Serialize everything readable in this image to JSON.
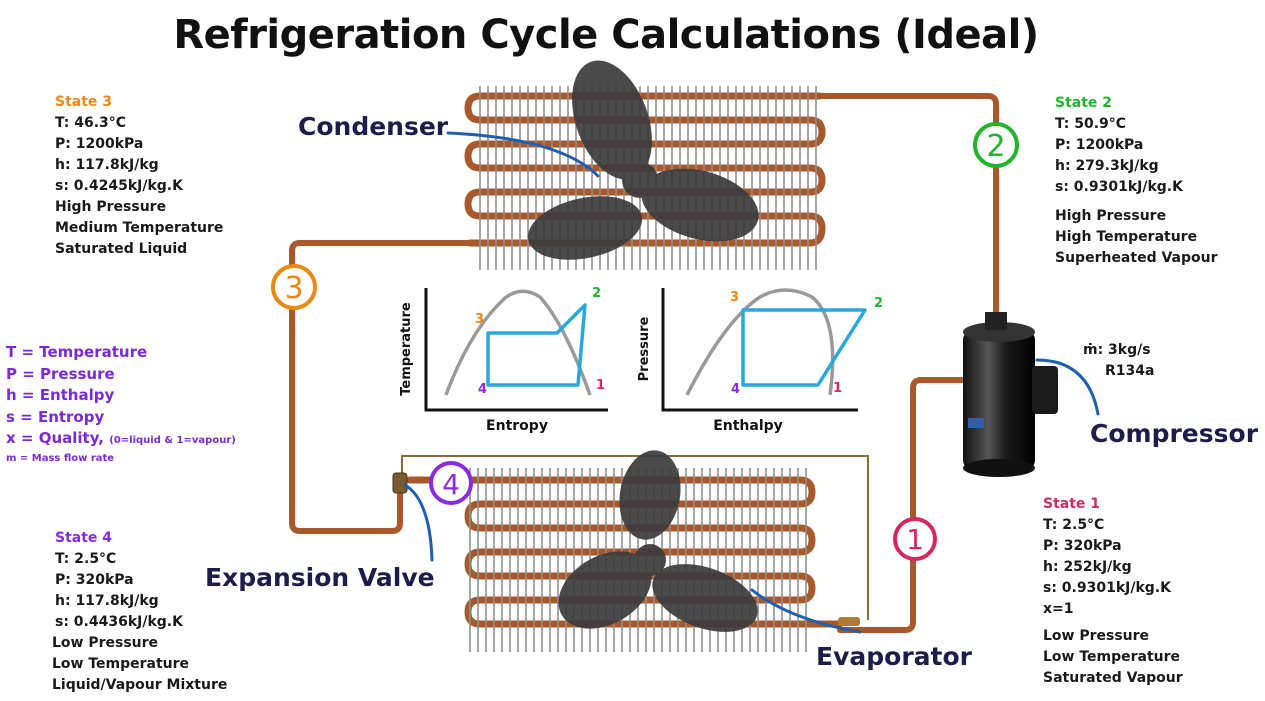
{
  "title": "Refrigeration Cycle Calculations (Ideal)",
  "colors": {
    "state1": "#d6285f",
    "state2": "#21b52b",
    "state3": "#e88a14",
    "state4": "#8a2be2",
    "legend": "#7b2ad8",
    "pipe": "#a9582b",
    "cycle": "#29a8e0",
    "dome": "#9a9a9a",
    "component_label": "#1d1c4a",
    "pointer": "#1f5fae"
  },
  "components": {
    "condenser": "Condenser",
    "compressor": "Compressor",
    "expansion_valve": "Expansion Valve",
    "evaporator": "Evaporator"
  },
  "markers": {
    "m1": "1",
    "m2": "2",
    "m3": "3",
    "m4": "4"
  },
  "states": {
    "state1": {
      "title": "State 1",
      "T": "T: 2.5°C",
      "P": "P: 320kPa",
      "h": "h: 252kJ/kg",
      "s": "s: 0.9301kJ/kg.K",
      "x": "x=1",
      "desc1": "Low Pressure",
      "desc2": "Low Temperature",
      "desc3": "Saturated Vapour"
    },
    "state2": {
      "title": "State 2",
      "T": "T: 50.9°C",
      "P": "P: 1200kPa",
      "h": "h: 279.3kJ/kg",
      "s": "s: 0.9301kJ/kg.K",
      "desc1": "High Pressure",
      "desc2": "High Temperature",
      "desc3": "Superheated Vapour"
    },
    "state3": {
      "title": "State 3",
      "T": "T: 46.3°C",
      "P": "P: 1200kPa",
      "h": "h: 117.8kJ/kg",
      "s": "s: 0.4245kJ/kg.K",
      "desc1": "High Pressure",
      "desc2": "Medium Temperature",
      "desc3": "Saturated Liquid"
    },
    "state4": {
      "title": "State 4",
      "T": "T: 2.5°C",
      "P": "P: 320kPa",
      "h": "h: 117.8kJ/kg",
      "s": "s: 0.4436kJ/kg.K",
      "desc1": "Low Pressure",
      "desc2": "Low Temperature",
      "desc3": "Liquid/Vapour Mixture"
    }
  },
  "flow": {
    "mass_flow": "ṁ: 3kg/s",
    "refrigerant": "R134a"
  },
  "legend": {
    "T": "T = Temperature",
    "P": "P = Pressure",
    "h": "h = Enthalpy",
    "s": "s = Entropy",
    "x": "x = Quality,",
    "x_note": "(0=liquid & 1=vapour)",
    "m": "m = Mass flow rate"
  },
  "ts_chart": {
    "xlabel": "Entropy",
    "ylabel": "Temperature",
    "labels": {
      "p1": "1",
      "p2": "2",
      "p3": "3",
      "p4": "4"
    }
  },
  "ph_chart": {
    "xlabel": "Enthalpy",
    "ylabel": "Pressure",
    "labels": {
      "p1": "1",
      "p2": "2",
      "p3": "3",
      "p4": "4"
    }
  }
}
